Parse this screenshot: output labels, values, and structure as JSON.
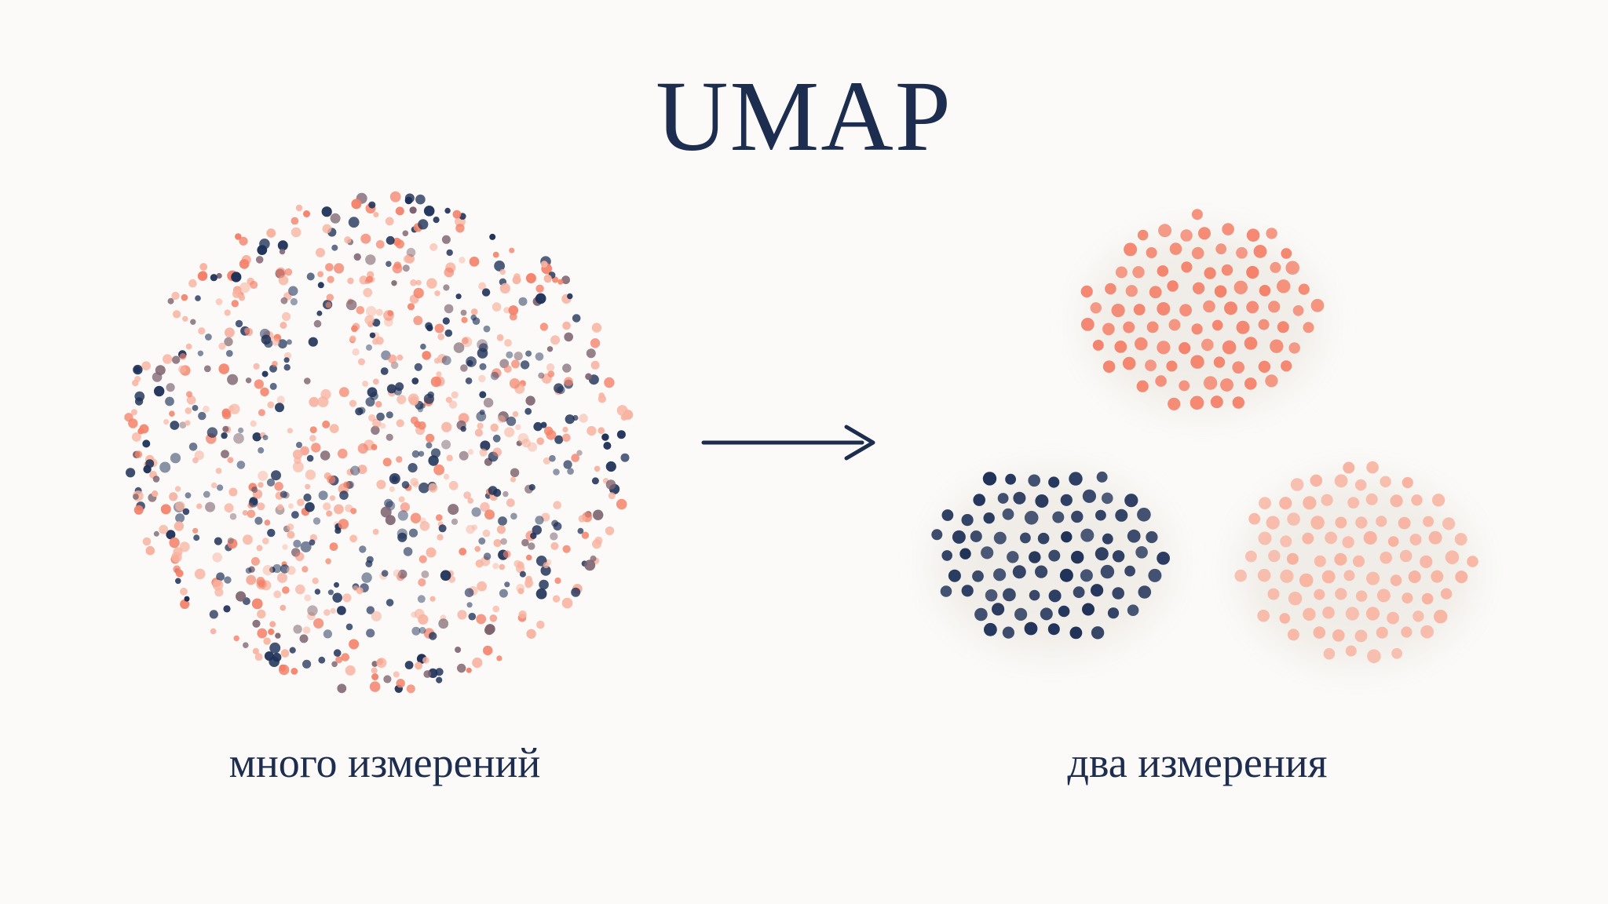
{
  "title": "UMAP",
  "left_label": "много измерений",
  "right_label": "два измерения",
  "colors": {
    "background": "#fbfaf8",
    "navy": "#1f3158",
    "coral": "#f4826a",
    "peach": "#f8b3a0",
    "mauve": "#7e6470"
  },
  "icons": {
    "arrow": "arrow-right-icon"
  }
}
